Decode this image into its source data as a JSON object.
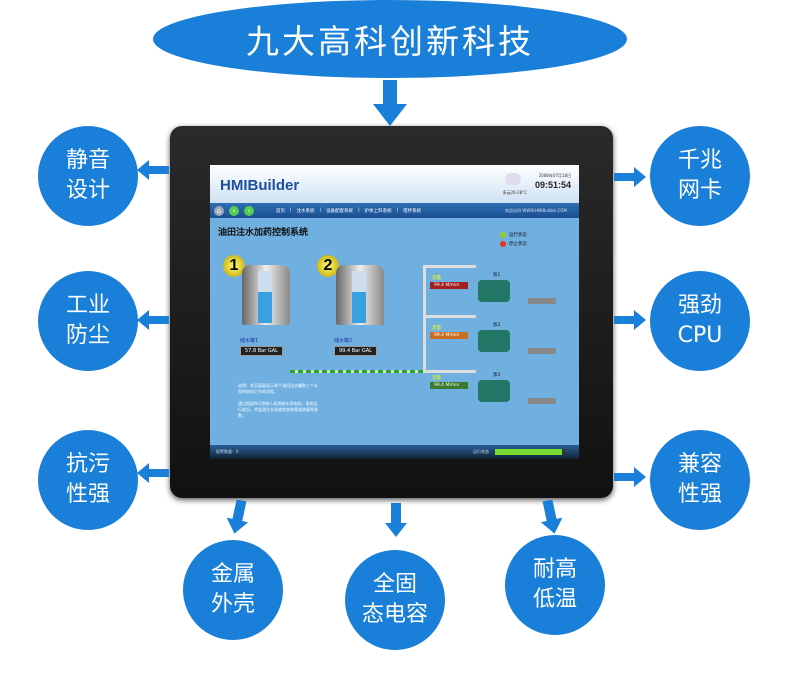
{
  "banner": {
    "title": "九大高科创新科技"
  },
  "features": {
    "left": [
      [
        "静音",
        "设计"
      ],
      [
        "工业",
        "防尘"
      ],
      [
        "抗污",
        "性强"
      ]
    ],
    "right": [
      [
        "千兆",
        "网卡"
      ],
      [
        "强劲",
        "CPU"
      ],
      [
        "兼容",
        "性强"
      ]
    ],
    "bottom": [
      [
        "金属",
        "外壳"
      ],
      [
        "全固",
        "态电容"
      ],
      [
        "耐高",
        "低温"
      ]
    ]
  },
  "hmi": {
    "logo": "HMIBuilder",
    "date": "2008年07月18日",
    "time": "09:51:54",
    "weather": "多云20-28°C",
    "nav": [
      "首页",
      "注水系统",
      "设备配套系统",
      "炉体上料系统",
      "搅拌系统"
    ],
    "welcome": "欢迎访问 WWW.HMIBuilder.COM",
    "title": "油田注水加药控制系统",
    "status": [
      "运行状态",
      "停止状态"
    ],
    "tanks": [
      {
        "num": "1",
        "label": "储水罐1",
        "value": "57.8  Bar GAL"
      },
      {
        "num": "2",
        "label": "储水罐2",
        "value": "99.4  Bar GAL"
      }
    ],
    "pumps": [
      {
        "name": "泵1",
        "flow_label": "流量",
        "flow": "99.4  M/min",
        "color": "#a02020"
      },
      {
        "name": "泵2",
        "flow_label": "流量",
        "flow": "99.4  M/min",
        "color": "#c87020"
      },
      {
        "name": "泵3",
        "flow_label": "流量",
        "flow": "99.4  M/min",
        "color": "#3a7a2a"
      }
    ],
    "description": [
      "说明：本页画面显示两个油田注水罐和三个水泵的协同工作的流程。",
      "通过图面PLC控制人机控制水泵电机，电机运行状况，并监测注水系统状态和管道流量等参数。"
    ],
    "footer": {
      "alarm": "报警数量：0",
      "run": "运行状态",
      "progress": 0.95
    }
  }
}
